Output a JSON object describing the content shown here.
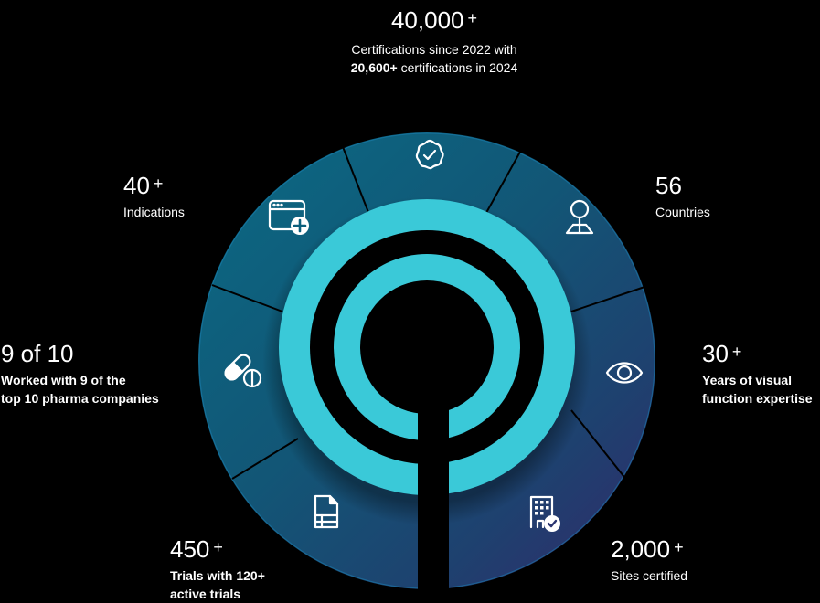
{
  "colors": {
    "background": "#000000",
    "segment_dark_teal": "#0b5f7c",
    "segment_navy": "#1f3f70",
    "segment_purple": "#2f2f6e",
    "ring_cyan": "#3ac9d8",
    "divider": "#000000",
    "text": "#ffffff"
  },
  "center_logo": {
    "shape": "ring-with-stem",
    "color": "#3ac9d8"
  },
  "stats": {
    "certifications": {
      "number": "40,000",
      "plus": "+",
      "desc_line1": "Certifications since 2022 with",
      "desc_line2_bold": "20,600+",
      "desc_line2_rest": " certifications in 2024",
      "icon": "badge-check-icon"
    },
    "indications": {
      "number": "40",
      "plus": "+",
      "desc": "Indications",
      "icon": "browser-add-icon"
    },
    "countries": {
      "number": "56",
      "desc": "Countries",
      "icon": "map-pin-icon"
    },
    "pharma": {
      "number": "9 of 10",
      "desc_line1_pre": "Worked with ",
      "desc_line1_bold": "9 of the",
      "desc_line2_bold": "top 10",
      "desc_line2_rest": " pharma companies",
      "icon": "pills-icon"
    },
    "expertise": {
      "number": "30",
      "plus": "+",
      "desc_line1": "Years of visual",
      "desc_line2": "function expertise",
      "icon": "eye-icon"
    },
    "trials": {
      "number": "450",
      "plus": "+",
      "desc_line1_pre": "Trials with ",
      "desc_line1_bold": "120+",
      "desc_line2": "active trials",
      "icon": "document-table-icon"
    },
    "sites": {
      "number": "2,000",
      "plus": "+",
      "desc": "Sites certified",
      "icon": "building-check-icon"
    }
  }
}
